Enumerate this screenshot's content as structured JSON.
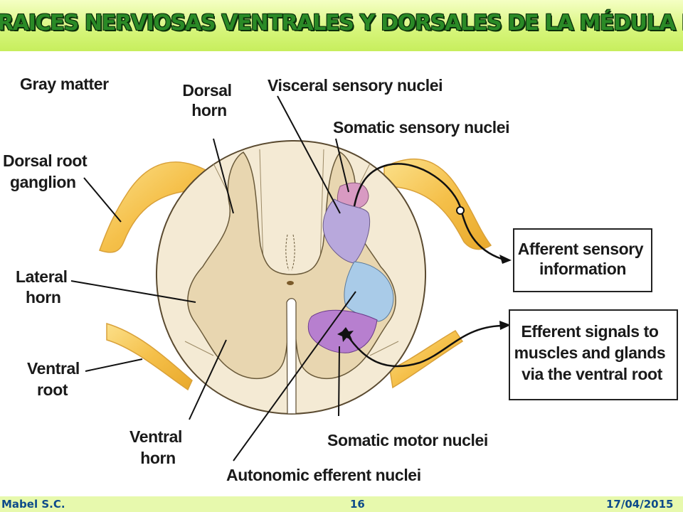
{
  "slide": {
    "title": "RAICES NERVIOSAS VENTRALES Y DORSALES DE LA MÉDULA ESPINAL",
    "footer_author": "Mabel S.C.",
    "footer_page": "16",
    "footer_date": "17/04/2015"
  },
  "labels": {
    "gray_matter": "Gray matter",
    "dorsal_horn": [
      "Dorsal",
      "horn"
    ],
    "dorsal_root_ganglion": [
      "Dorsal root",
      "ganglion"
    ],
    "lateral_horn": [
      "Lateral",
      "horn"
    ],
    "ventral_root": [
      "Ventral",
      "root"
    ],
    "ventral_horn": [
      "Ventral",
      "horn"
    ],
    "visceral_sensory_nuclei": "Visceral sensory nuclei",
    "somatic_sensory_nuclei": "Somatic sensory nuclei",
    "afferent_box": [
      "Afferent sensory",
      "information"
    ],
    "efferent_box": [
      "Efferent signals to",
      "muscles and glands",
      "via the ventral root"
    ],
    "somatic_motor_nuclei": "Somatic motor nuclei",
    "autonomic_efferent_nuclei": "Autonomic efferent nuclei"
  },
  "colors": {
    "white_matter": "#f4ead4",
    "gray_matter": "#e8d6b0",
    "root_nerve": "#f5c04a",
    "visceral_sensory": "#b8a8dc",
    "somatic_sensory": "#d89ac2",
    "autonomic_efferent": "#a9cbe8",
    "somatic_motor": "#b77fcf",
    "title_text": "#2a8a26"
  }
}
